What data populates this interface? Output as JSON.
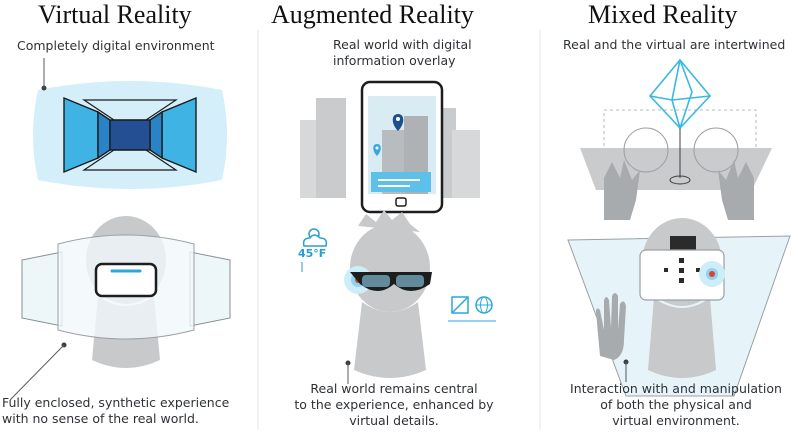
{
  "columns": [
    {
      "title": "Virtual Reality",
      "top_caption": "Completely digital environment",
      "bottom_caption": [
        "Fully enclosed, synthetic experience",
        "with no sense of the real world."
      ]
    },
    {
      "title": "Augmented Reality",
      "top_caption": [
        "Real world with digital",
        "information overlay"
      ],
      "bottom_caption": [
        "Real world remains central",
        "to the experience, enhanced by",
        "virtual details."
      ],
      "weather_temp": "45°F"
    },
    {
      "title": "Mixed Reality",
      "top_caption": "Real and the virtual are intertwined",
      "bottom_caption": [
        "Interaction with and manipulation",
        "of both the physical and",
        "virtual environment."
      ]
    }
  ],
  "colors": {
    "accent_blue": "#29a8e0",
    "light_blue": "#cdeef8",
    "head_gray": "#c4c6c8",
    "line_gray": "#555a5e",
    "dark_navy": "#1f4f8a"
  }
}
